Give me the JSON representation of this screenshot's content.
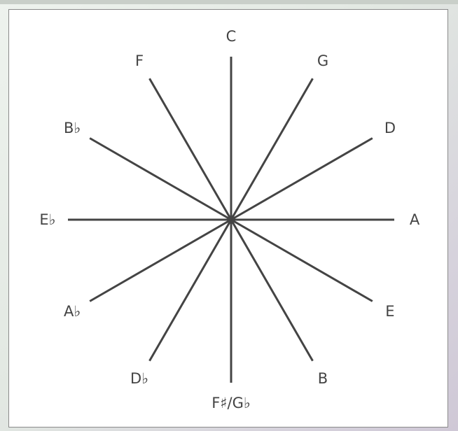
{
  "diagram": {
    "notes": [
      {
        "label": "C"
      },
      {
        "label": "G"
      },
      {
        "label": "D"
      },
      {
        "label": "A"
      },
      {
        "label": "E"
      },
      {
        "label": "B"
      },
      {
        "label": "F♯/G♭"
      },
      {
        "label": "D♭"
      },
      {
        "label": "A♭"
      },
      {
        "label": "E♭"
      },
      {
        "label": "B♭"
      },
      {
        "label": "F"
      }
    ],
    "colors": {
      "line": "#444444",
      "text": "#444444",
      "panel": "#ffffff",
      "border": "#8a8a8a"
    }
  }
}
